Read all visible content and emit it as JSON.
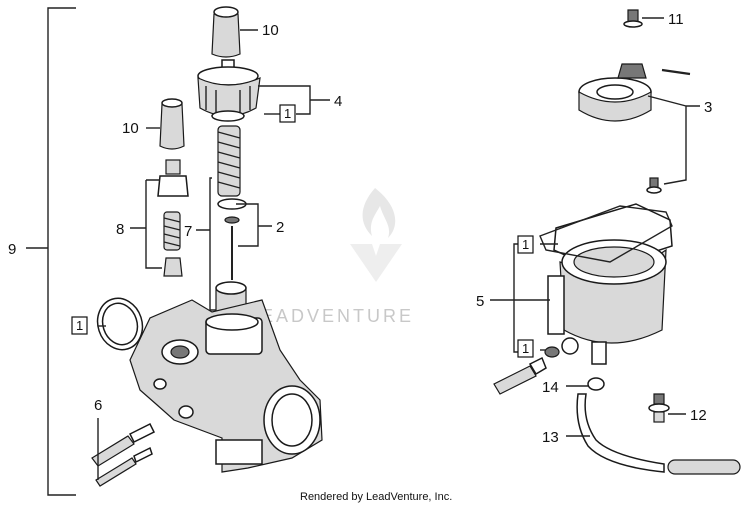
{
  "labels": {
    "c2": "2",
    "c3": "3",
    "c4": "4",
    "c5": "5",
    "c6": "6",
    "c7": "7",
    "c8": "8",
    "c9": "9",
    "c10a": "10",
    "c10b": "10",
    "c11": "11",
    "c12": "12",
    "c13": "13",
    "c14": "14",
    "box_a": "1",
    "box_b": "1",
    "box_c": "1",
    "box_d": "1"
  },
  "watermark": "LEADVENTURE",
  "credit": "Rendered by LeadVenture, Inc."
}
